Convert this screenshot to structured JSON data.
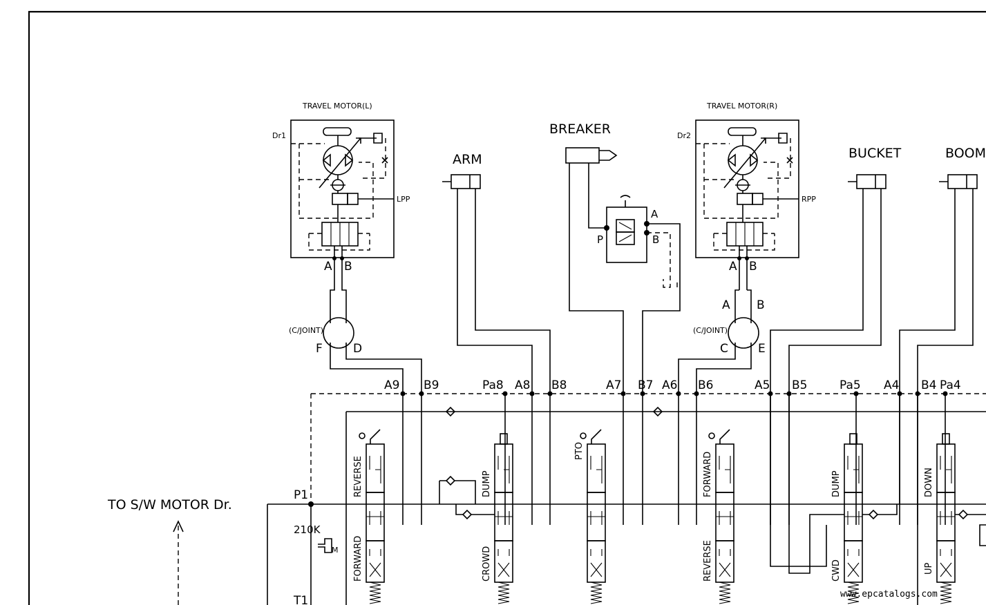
{
  "title_labels": {
    "travel_motor_left": "TRAVEL MOTOR(L)",
    "travel_motor_right": "TRAVEL MOTOR(R)",
    "breaker": "BREAKER",
    "arm": "ARM",
    "bucket": "BUCKET",
    "boom": "BOOM",
    "to_sw_motor": "TO S/W MOTOR Dr."
  },
  "motor_labels": {
    "dr1": "Dr1",
    "dr2": "Dr2",
    "lpp": "LPP",
    "rpp": "RPP",
    "cjoint_left": "(C/JOINT)",
    "cjoint_right": "(C/JOINT)",
    "left_a": "A",
    "left_b": "B",
    "right_a": "A",
    "right_b": "B",
    "joint_f": "F",
    "joint_d": "D",
    "joint_a": "A",
    "joint_b": "B",
    "joint_c": "C",
    "joint_e": "E"
  },
  "breaker_valve": {
    "p": "P",
    "a": "A",
    "b": "B"
  },
  "ports": [
    "A9",
    "B9",
    "Pa8",
    "A8",
    "B8",
    "A7",
    "B7",
    "A6",
    "B6",
    "A5",
    "B5",
    "Pa5",
    "A4",
    "B4",
    "Pa4"
  ],
  "left_side": {
    "p1": "P1",
    "relief": "210K",
    "t1": "T1",
    "m": "M"
  },
  "spool_labels": {
    "reverse_1": "REVERSE",
    "forward_1": "FORWARD",
    "dump_1": "DUMP",
    "crowd": "CROWD",
    "pto": "PTO",
    "forward_2": "FORWARD",
    "reverse_2": "REVERSE",
    "dump_2": "DUMP",
    "cwd": "CWD",
    "down": "DOWN",
    "up": "UP"
  },
  "watermark": "www.epcatalogs.com"
}
